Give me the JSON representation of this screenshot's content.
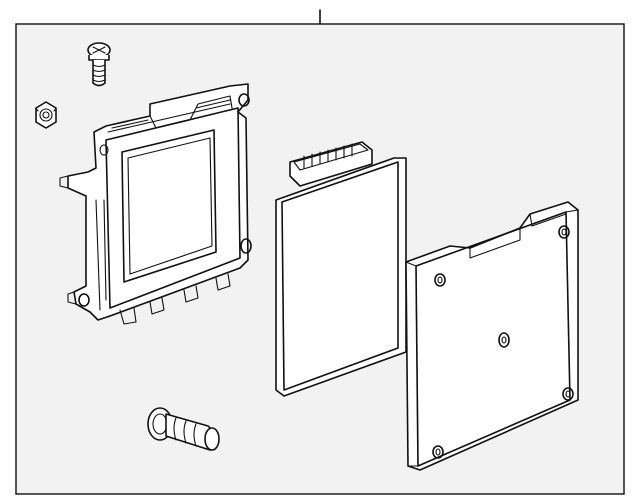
{
  "diagram": {
    "colors": {
      "frame_background": "#f2f2f2",
      "part_fill": "#ffffff",
      "line": "#111111"
    },
    "parts": [
      {
        "id": "screw-top",
        "icon": "phillips-screw-icon"
      },
      {
        "id": "nut",
        "icon": "hex-nut-icon"
      },
      {
        "id": "mounting-bracket",
        "icon": "bracket-icon"
      },
      {
        "id": "module-cover",
        "icon": "cover-panel-icon"
      },
      {
        "id": "control-module",
        "icon": "ecu-module-icon"
      },
      {
        "id": "push-fastener",
        "icon": "push-pin-fastener-icon"
      }
    ]
  }
}
